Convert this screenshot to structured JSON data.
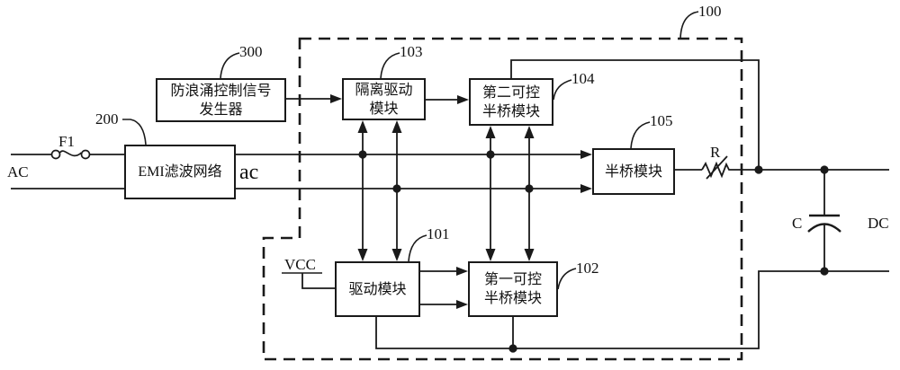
{
  "figure": {
    "background": "#ffffff",
    "line_color": "#1a1a1a"
  },
  "blocks": {
    "surge_generator": {
      "ref": "300",
      "line1": "防浪涌控制信号",
      "line2": "发生器"
    },
    "emi_filter": {
      "ref": "200",
      "line1": "EMI滤波网络"
    },
    "isolated_drive": {
      "ref": "103",
      "line1": "隔离驱动",
      "line2": "模块"
    },
    "second_half_bridge": {
      "ref": "104",
      "line1": "第二可控",
      "line2": "半桥模块"
    },
    "half_bridge": {
      "ref": "105",
      "line1": "半桥模块"
    },
    "drive": {
      "ref": "101",
      "line1": "驱动模块"
    },
    "first_half_bridge": {
      "ref": "102",
      "line1": "第一可控",
      "line2": "半桥模块"
    }
  },
  "labels": {
    "dashed_box_ref": "100",
    "ac_input": "AC",
    "fuse": "F1",
    "ac_internal": "ac",
    "vcc": "VCC",
    "resistor": "R",
    "capacitor": "C",
    "dc_output": "DC"
  }
}
